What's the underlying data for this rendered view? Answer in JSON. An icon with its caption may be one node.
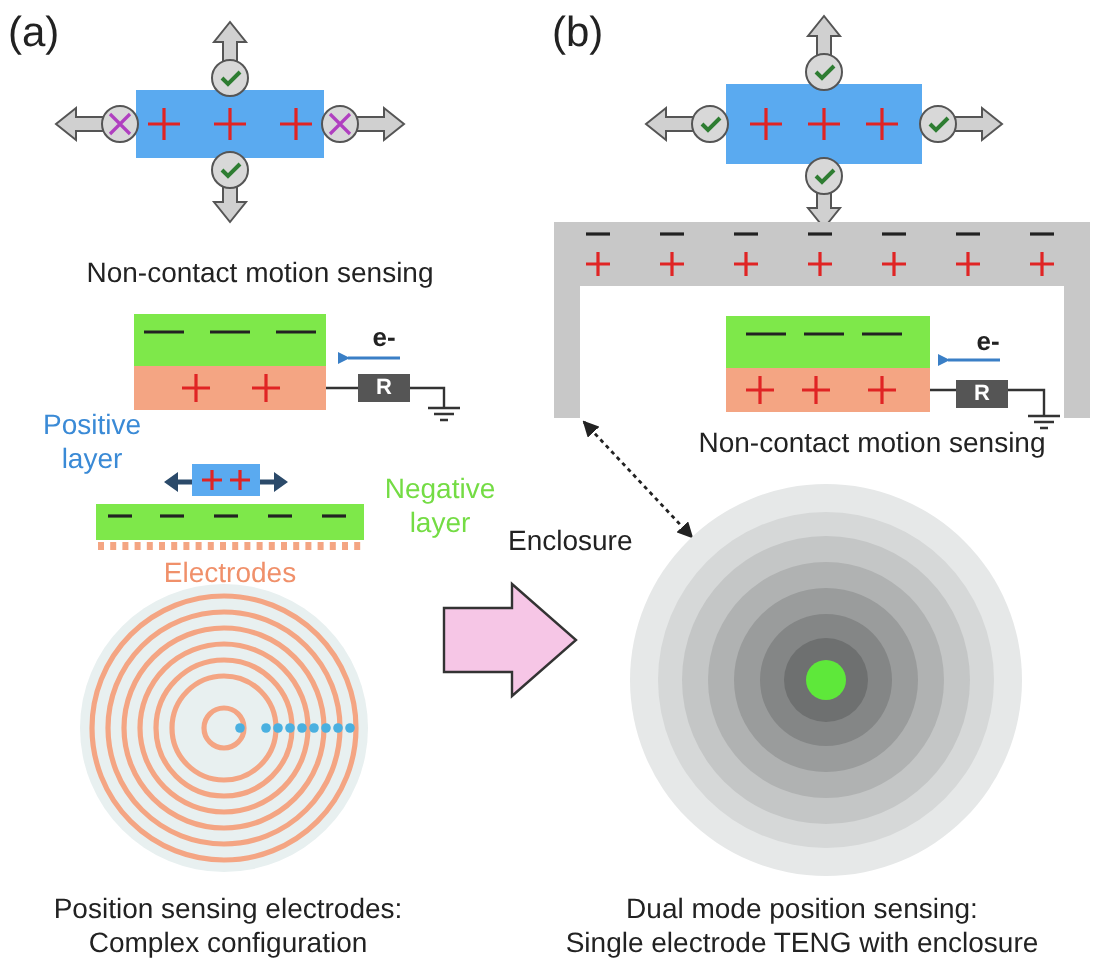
{
  "diagram": {
    "nodes": [
      {
        "text": [],
        "shape": "box"
      },
      {
        "text": [
          "R"
        ]
      },
      {
        "text": [
          "R"
        ]
      },
      {
        "text": [],
        "shape": "circle"
      }
    ],
    "edges": [
      {
        "from": 0,
        "to": 3,
        "arrow": "both",
        "style": "dashed"
      }
    ],
    "labels": [
      "(a)",
      "(b)",
      "Non-contact motion sensing",
      "e-",
      "e-",
      "Non-contact motion sensing",
      "Positive layer",
      "Negative layer",
      "Enclosure",
      "Electrodes",
      "Position sensing electrodes: Complex configuration",
      "Dual mode position sensing: Single electrode TENG with enclosure"
    ]
  }
}
